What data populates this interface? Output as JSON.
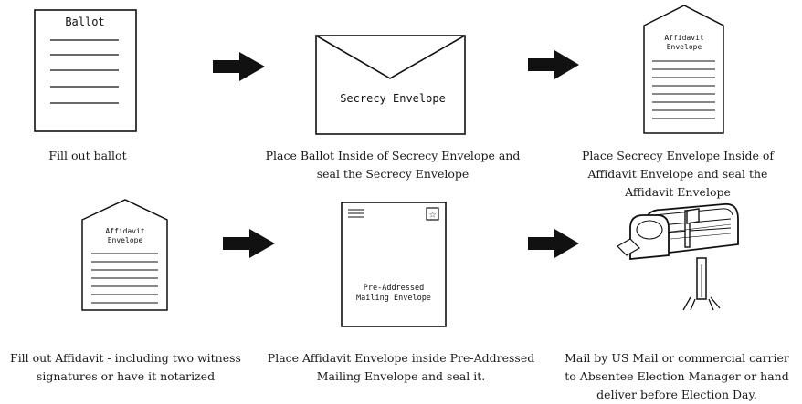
{
  "steps": [
    {
      "illustration_text": "Ballot",
      "caption_lines": [
        "Fill out ballot"
      ]
    },
    {
      "illustration_text": "Secrecy Envelope",
      "caption_lines": [
        "Place Ballot Inside of Secrecy Envelope and",
        "seal the Secrecy Envelope"
      ]
    },
    {
      "illustration_text": [
        "Affidavit",
        "Envelope"
      ],
      "caption_lines": [
        "Place Secrecy Envelope Inside of",
        "Affidavit Envelope and seal the",
        "Affidavit Envelope"
      ]
    },
    {
      "illustration_text": [
        "Affidavit",
        "Envelope"
      ],
      "caption_lines": [
        "Fill out Affidavit - including two witness",
        "signatures or have it notarized"
      ]
    },
    {
      "illustration_text": [
        "Pre-Addressed",
        "Mailing Envelope"
      ],
      "stamp_glyph": "☆",
      "caption_lines": [
        "Place Affidavit Envelope inside Pre-Addressed",
        "Mailing Envelope and seal it."
      ]
    },
    {
      "illustration_icon": "mailbox-icon",
      "caption_lines": [
        "Mail by US Mail or commercial carrier",
        "to Absentee Election Manager or hand",
        "deliver before Election Day."
      ]
    }
  ],
  "arrow_icon": "right-arrow-icon",
  "colors": {
    "stroke": "#111111",
    "background": "#ffffff"
  }
}
